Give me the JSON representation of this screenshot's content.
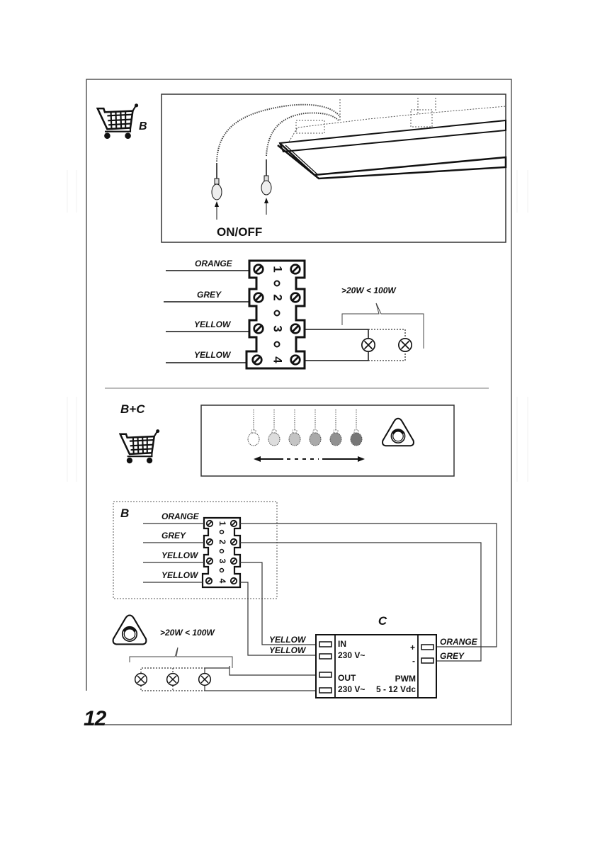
{
  "page": {
    "number": "12"
  },
  "section_b": {
    "kit_label": "B",
    "icon": "shopping-cart-icon",
    "switch_label": "ON/OFF",
    "terminal_block": {
      "wires": [
        "ORANGE",
        "GREY",
        "YELLOW",
        "YELLOW"
      ],
      "terminals": [
        "1",
        "2",
        "3",
        "4"
      ]
    },
    "load_range": ">20W  < 100W",
    "lamp_count": 2
  },
  "section_bc": {
    "kit_label": "B+C",
    "icon": "shopping-cart-icon",
    "dimmer_icon": "dimmer-knob-icon",
    "dim_levels": [
      0,
      0.2,
      0.35,
      0.5,
      0.65,
      0.8
    ],
    "wiring": {
      "block_label": "B",
      "wires": [
        "ORANGE",
        "GREY",
        "YELLOW",
        "YELLOW"
      ],
      "terminals": [
        "1",
        "2",
        "3",
        "4"
      ],
      "module_label": "C",
      "module": {
        "in_label": "IN",
        "in_voltage": "230 V~",
        "out_label": "OUT",
        "out_voltage": "230 V~",
        "plus": "+",
        "minus": "-",
        "pwm_label": "PWM",
        "pwm_range": "5 - 12 Vdc"
      },
      "input_wires": [
        "YELLOW",
        "YELLOW"
      ],
      "control_wires": [
        "ORANGE",
        "GREY"
      ],
      "load_range": ">20W  < 100W",
      "lamp_count": 3
    }
  }
}
